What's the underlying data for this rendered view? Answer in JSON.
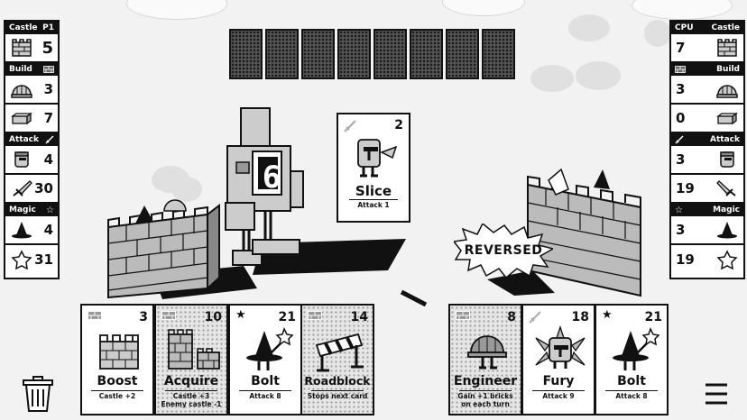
{
  "player": {
    "castle_label": "Castle",
    "player_label": "P1",
    "castle": "5",
    "build_label": "Build",
    "build_helmet": "3",
    "build_brick": "7",
    "attack_label": "Attack",
    "attack_knight": "4",
    "attack_sword": "30",
    "magic_label": "Magic",
    "magic_hat": "4",
    "magic_star": "31"
  },
  "cpu": {
    "cpu_label": "CPU",
    "castle_label": "Castle",
    "castle": "7",
    "build_label": "Build",
    "build_helmet": "3",
    "build_brick": "0",
    "attack_label": "Attack",
    "attack_knight": "3",
    "attack_sword": "19",
    "magic_label": "Magic",
    "magic_hat": "3",
    "magic_star": "19"
  },
  "played_card": {
    "cost": "2",
    "name": "Slice",
    "desc": "Attack 1"
  },
  "robot_number": "6",
  "status_text": "REVERSED",
  "hand": [
    {
      "cost": "3",
      "name": "Boost",
      "desc": "Castle +2",
      "desc2": ""
    },
    {
      "cost": "10",
      "name": "Acquire",
      "desc": "Castle +3",
      "desc2": "Enemy castle -1"
    },
    {
      "cost": "21",
      "name": "Bolt",
      "desc": "Attack 8",
      "desc2": ""
    },
    {
      "cost": "14",
      "name": "Roadblock",
      "desc": "Stops next card",
      "desc2": ""
    }
  ],
  "cpu_hand": [
    {
      "cost": "8",
      "name": "Engineer",
      "desc": "Gain +1 bricks",
      "desc2": "on each turn"
    },
    {
      "cost": "18",
      "name": "Fury",
      "desc": "Attack 9",
      "desc2": ""
    },
    {
      "cost": "21",
      "name": "Bolt",
      "desc": "Attack 8",
      "desc2": ""
    }
  ],
  "icons": [
    "trash-icon",
    "menu-icon",
    "brick-icon",
    "helmet-icon",
    "sword-icon",
    "knight-icon",
    "hat-icon",
    "star-icon"
  ]
}
